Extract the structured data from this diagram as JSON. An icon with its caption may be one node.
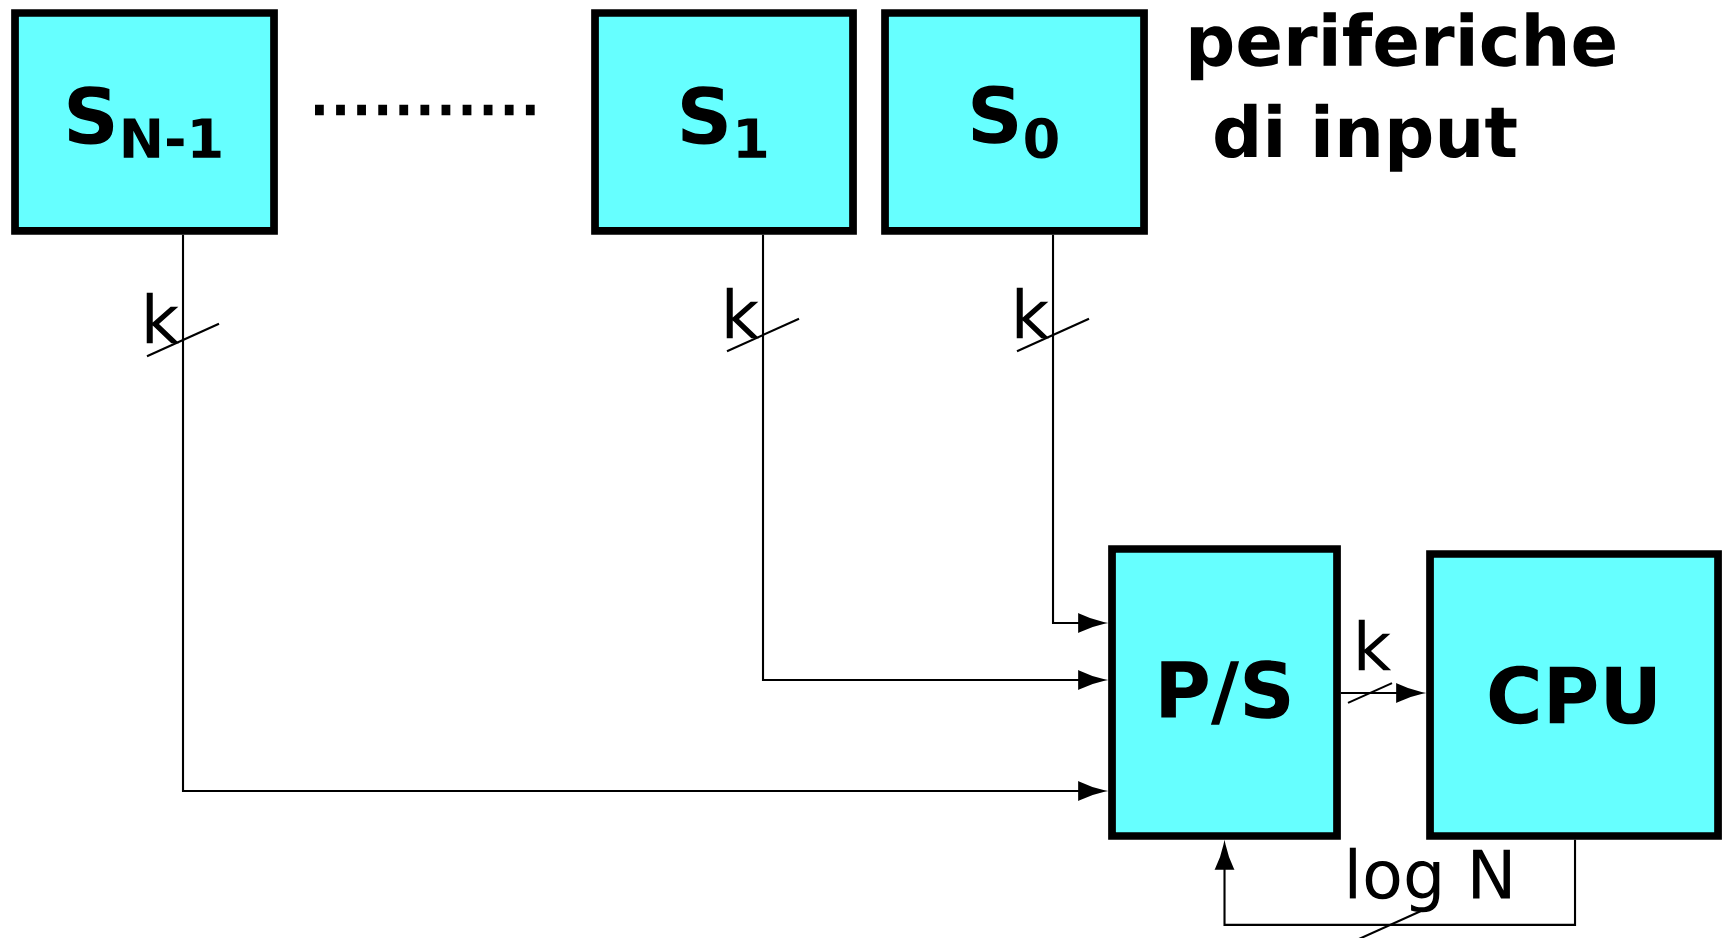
{
  "diagram": {
    "nodes": [
      {
        "text": [
          "S$_{N-1}$"
        ]
      },
      {
        "text": [
          "S$_{1}$"
        ]
      },
      {
        "text": [
          "S$_{0}$"
        ]
      },
      {
        "text": [
          "P/S"
        ]
      },
      {
        "text": [
          "CPU"
        ]
      }
    ],
    "edges": [
      {
        "from": 0,
        "to": 3,
        "arrow": "to",
        "label": "k"
      },
      {
        "from": 1,
        "to": 3,
        "arrow": "to",
        "label": "k"
      },
      {
        "from": 2,
        "to": 3,
        "arrow": "to",
        "label": "k"
      },
      {
        "from": 3,
        "to": 4,
        "arrow": "to",
        "label": "k"
      },
      {
        "from": 4,
        "to": 3,
        "arrow": "to",
        "label": "log N"
      }
    ],
    "labels": [
      "periferiche di input"
    ]
  }
}
